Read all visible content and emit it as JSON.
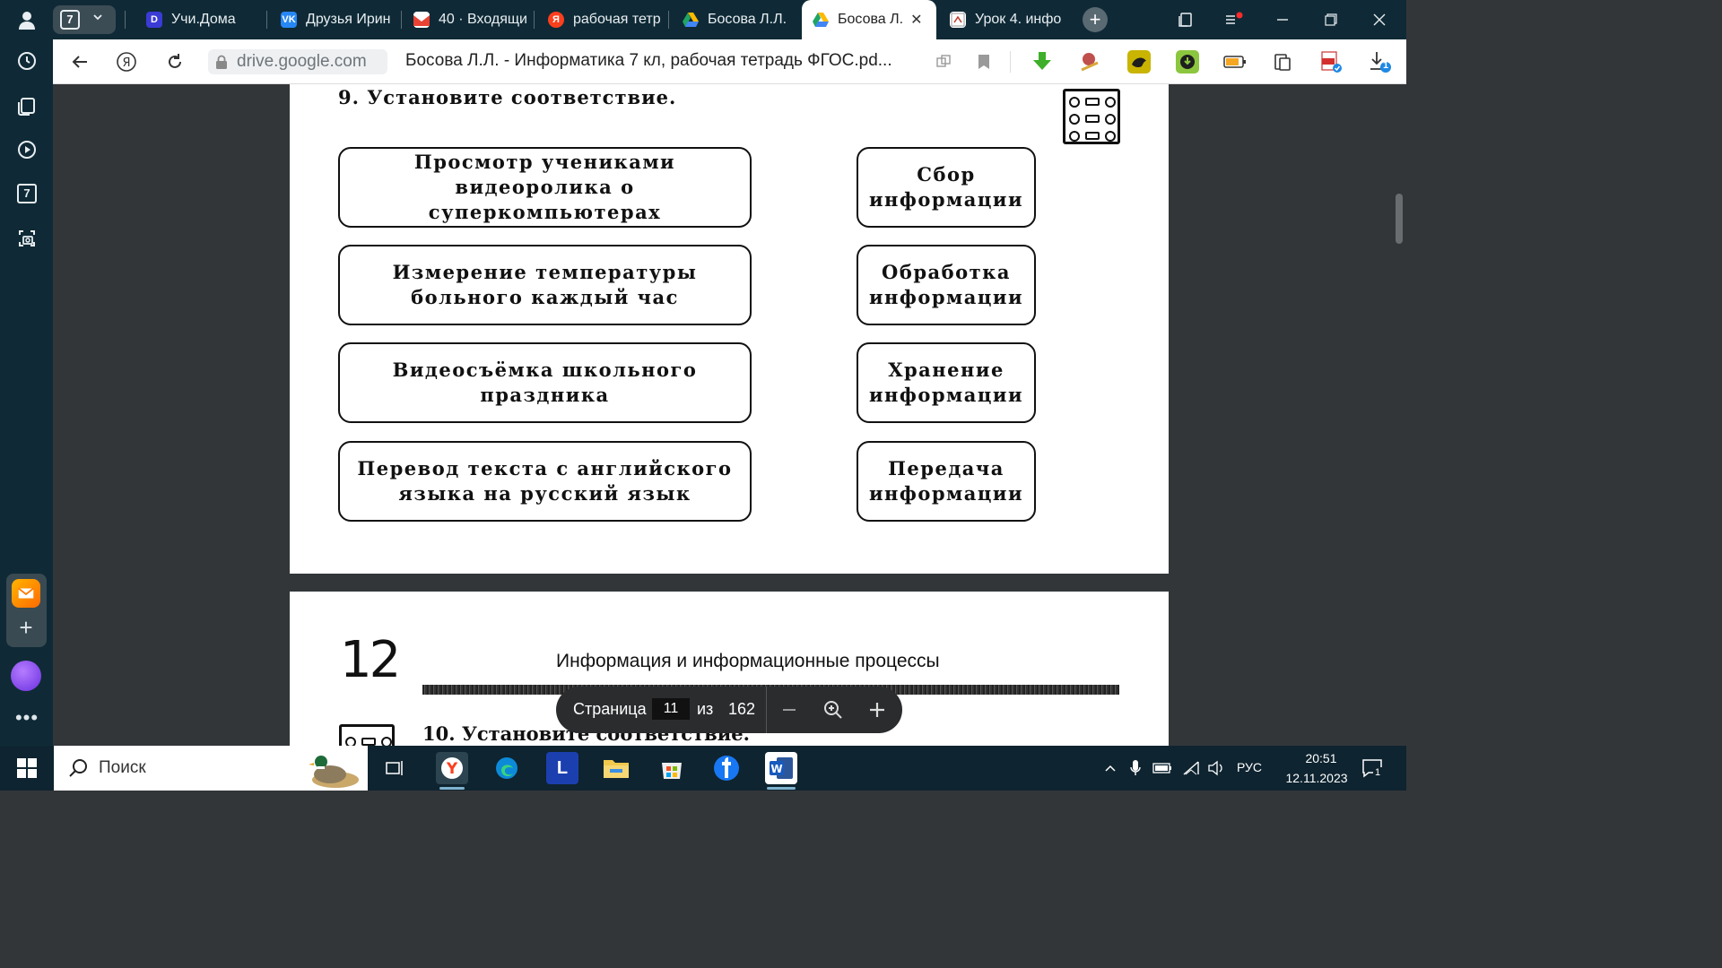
{
  "browser": {
    "tab_counter": "7",
    "tabs": [
      {
        "label": "Учи.Дома",
        "favicon": "uchi-doma-icon",
        "color": "#3b3bd6"
      },
      {
        "label": "Друзья Ирин",
        "favicon": "vk-icon",
        "color": "#2787f5"
      },
      {
        "label": "40 · Входящи",
        "favicon": "gmail-icon",
        "color": "#ea4335"
      },
      {
        "label": "рабочая тетр",
        "favicon": "yandex-icon",
        "color": "#fc3f1d"
      },
      {
        "label": "Босова Л.Л.",
        "favicon": "google-drive-icon",
        "color": "#1fa463"
      },
      {
        "label": "Босова Л.",
        "favicon": "google-drive-icon",
        "color": "#1fa463",
        "active": true
      },
      {
        "label": "Урок 4. инфо",
        "favicon": "presentation-icon",
        "color": "#c0392b"
      }
    ],
    "url_domain": "drive.google.com",
    "page_title": "Босова Л.Л. - Информатика 7 кл, рабочая тетрадь ФГОС.pd...",
    "download_badge": "1",
    "tab_close_glyph": "✕",
    "new_tab_glyph": "+"
  },
  "sidebar": {
    "icons": [
      "profile-icon",
      "history-icon",
      "collections-icon",
      "video-icon",
      "tab-count-icon",
      "screenshot-icon",
      "mail-icon",
      "add-icon",
      "alice-icon",
      "more-icon"
    ],
    "tab_count": "7",
    "add_glyph": "+",
    "more_glyph": "•••"
  },
  "document": {
    "task9": {
      "heading": "9.  Установите  соответствие.",
      "left_items": [
        "Просмотр  учениками\nвидеоролика  о  суперкомпьютерах",
        "Измерение  температуры\nбольного  каждый  час",
        "Видеосъёмка  школьного\nпраздника",
        "Перевод  текста  с  английского\nязыка  на  русский  язык"
      ],
      "right_items": [
        "Сбор\nинформации",
        "Обработка\nинформации",
        "Хранение\nинформации",
        "Передача\nинформации"
      ]
    },
    "page2": {
      "page_number": "12",
      "chapter_title": "Информация и информационные процессы",
      "task10_heading": "10. Установите соответствие."
    }
  },
  "page_toolbar": {
    "label": "Страница",
    "current_page": "11",
    "of_label": "из",
    "total_pages": "162"
  },
  "taskbar": {
    "search_placeholder": "Поиск",
    "language": "РУС",
    "time": "20:51",
    "date": "12.11.2023",
    "notification_count": "1",
    "apps": [
      "task-view-icon",
      "yandex-browser-icon",
      "edge-icon",
      "l-app-icon",
      "file-explorer-icon",
      "microsoft-store-icon",
      "facebook-icon",
      "word-icon"
    ]
  }
}
